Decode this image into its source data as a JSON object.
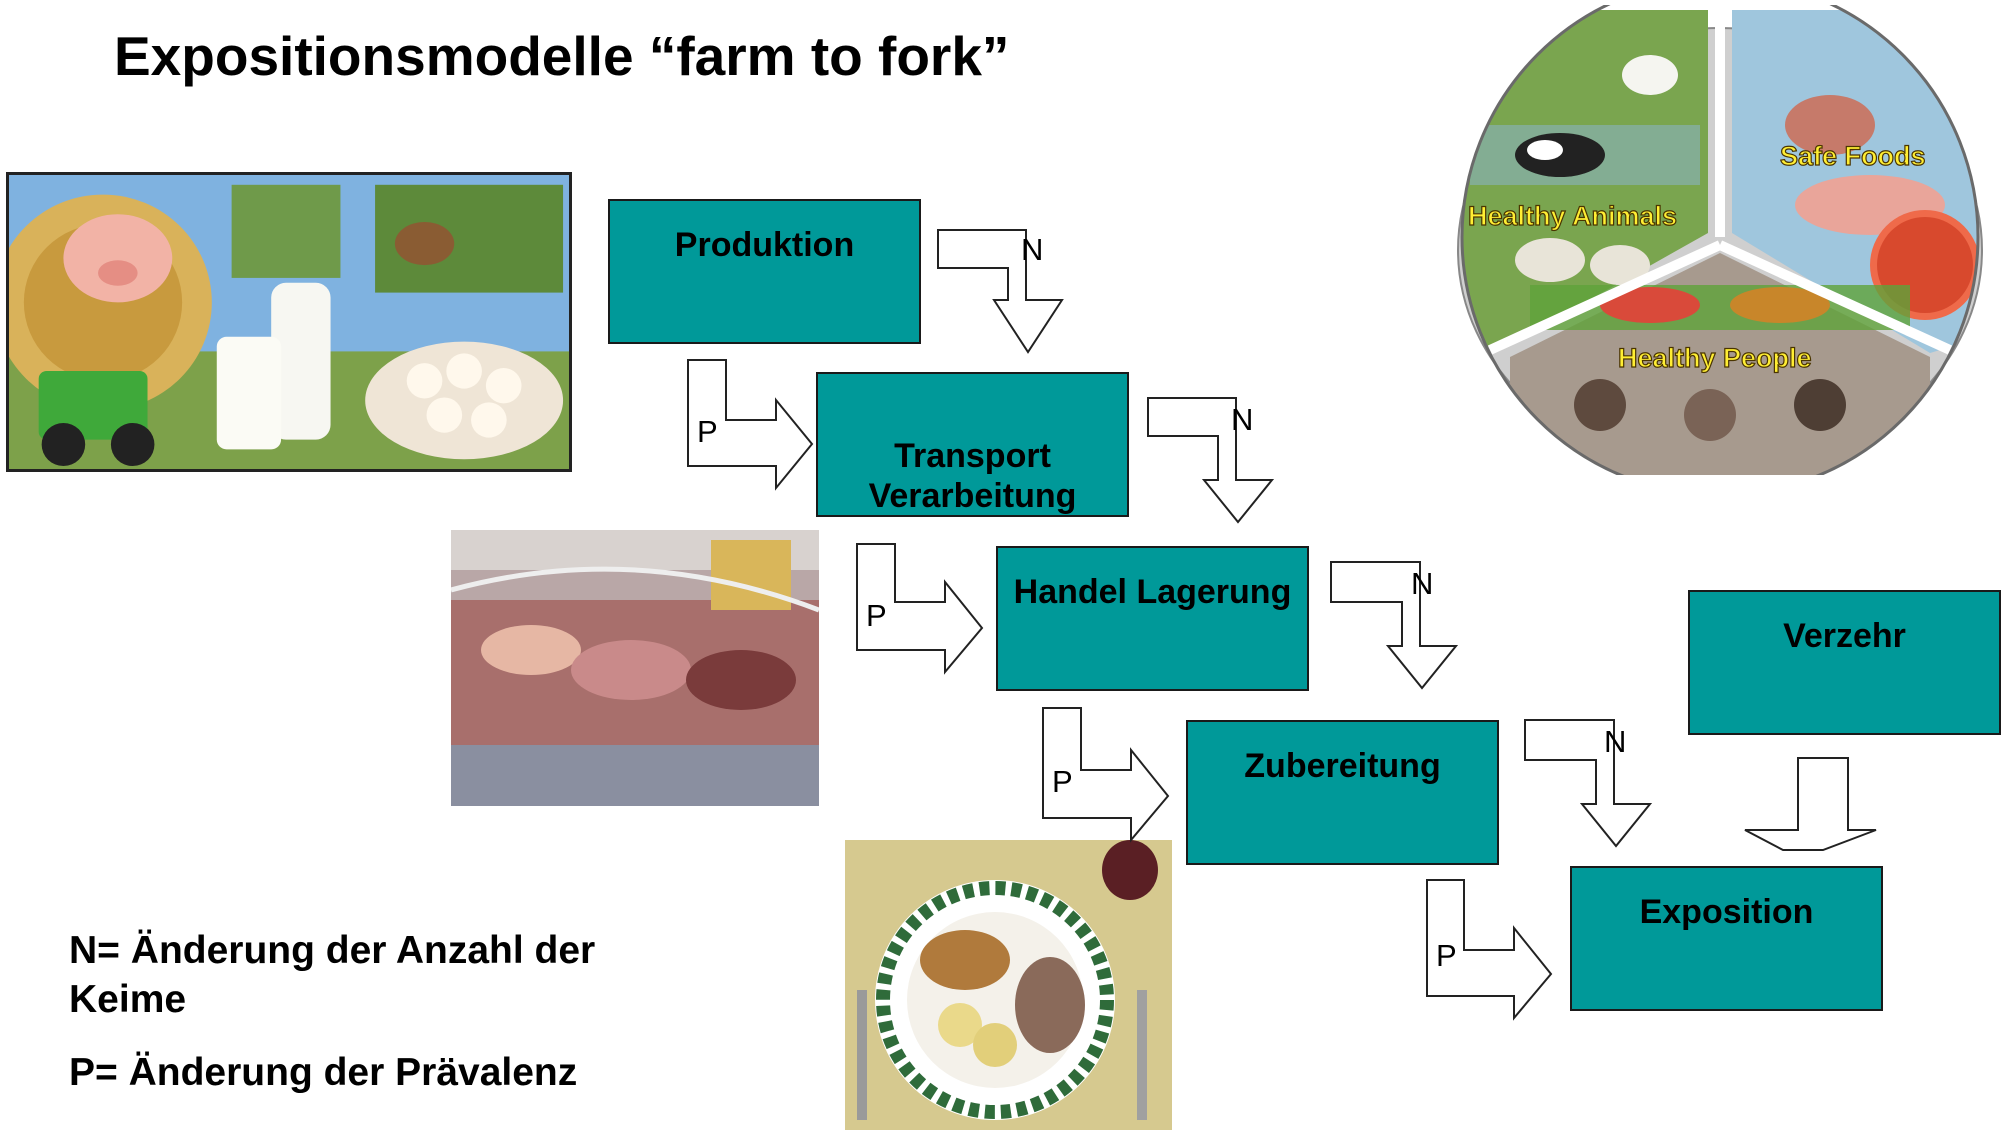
{
  "title": "Expositionsmodelle “farm to fork”",
  "steps": [
    {
      "label": "Produktion"
    },
    {
      "label": "Transport\nVerarbeitung"
    },
    {
      "label": "Handel Lagerung"
    },
    {
      "label": "Zubereitung"
    },
    {
      "label": "Exposition"
    }
  ],
  "consumption": {
    "label": "Verzehr"
  },
  "arrow_labels": {
    "n": "N",
    "p": "P"
  },
  "legend": {
    "n_line1": "N= Änderung der Anzahl der",
    "n_line2": "Keime",
    "p_line": "P= Änderung der Prävalenz"
  },
  "wheel": {
    "segments": [
      "Healthy Animals",
      "Safe Foods",
      "Healthy People"
    ]
  },
  "colors": {
    "box_fill": "#009999",
    "wheel_label": "#ffee33"
  }
}
